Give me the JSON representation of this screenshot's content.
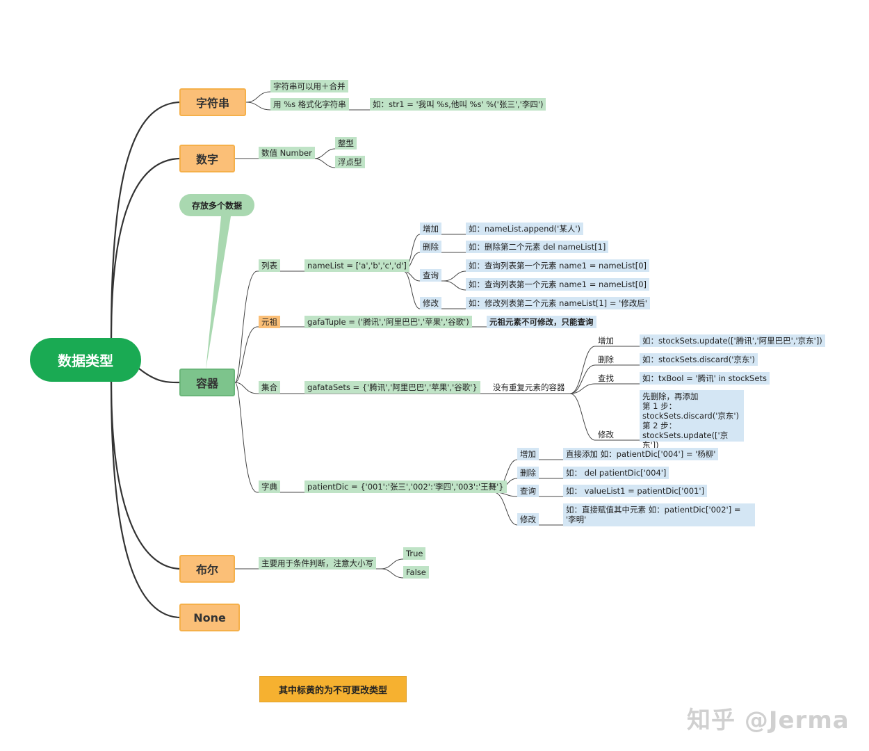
{
  "root": "数据类型",
  "branches": {
    "string": {
      "title": "字符串",
      "plus": "字符串可以用＋合并",
      "format": "用 %s 格式化字符串",
      "format_example": "如：str1 = '我叫 %s,他叫 %s' %('张三','李四')"
    },
    "number": {
      "title": "数字",
      "kind": "数值 Number",
      "int": "整型",
      "float": "浮点型"
    },
    "container": {
      "title": "容器",
      "callout": "存放多个数据",
      "list": {
        "label": "列表",
        "code": "nameList = ['a','b','c','d']",
        "add": "增加",
        "add_ex": "如：nameList.append('某人')",
        "del": "删除",
        "del_ex": "如：删除第二个元素  del nameList[1]",
        "query": "查询",
        "query_ex1": "如：查询列表第一个元素    name1 = nameList[0]",
        "query_ex2": "如：查询列表第一个元素    name1 = nameList[0]",
        "modify": "修改",
        "modify_ex": "如：修改列表第二个元素  nameList[1] = '修改后'"
      },
      "tuple": {
        "label": "元祖",
        "code": "gafaTuple = ('腾讯','阿里巴巴','苹果','谷歌')",
        "note": "元祖元素不可修改，只能查询"
      },
      "set": {
        "label": "集合",
        "code": "gafataSets = {'腾讯','阿里巴巴','苹果','谷歌'}",
        "note": "没有重复元素的容器",
        "add": "增加",
        "add_ex": "如：stockSets.update(['腾讯','阿里巴巴','京东'])",
        "del": "删除",
        "del_ex": "如：stockSets.discard('京东')",
        "find": "查找",
        "find_ex": "如：txBool = '腾讯' in stockSets",
        "modify": "修改",
        "modify_lines": [
          "先删除，再添加",
          "第 1 步：",
          "stockSets.discard('京东')",
          "第 2 步：",
          "stockSets.update(['京东'])"
        ]
      },
      "dict": {
        "label": "字典",
        "code": "patientDic = {'001':'张三','002':'李四','003':'王舞'}",
        "add": "增加",
        "add_ex": "直接添加  如：patientDic['004'] = '杨柳'",
        "del": "删除",
        "del_ex": "如：  del patientDic['004']",
        "query": "查询",
        "query_ex": "如：  valueList1 = patientDic['001']",
        "modify": "修改",
        "modify_ex": "如：直接赋值其中元素  如：patientDic['002'] = '李明'"
      }
    },
    "bool": {
      "title": "布尔",
      "desc": "主要用于条件判断，注意大小写",
      "true": "True",
      "false": "False"
    },
    "none": {
      "title": "None"
    }
  },
  "legend_note": "其中标黄的为不可更改类型",
  "watermark": "知乎 @Jerma",
  "colors": {
    "root": "#1aaa53",
    "immutable": "#fbbf77",
    "container": "#7dc48c",
    "green_label": "#bfe3c6",
    "blue_label": "#d4e6f4",
    "note": "#f6b130"
  }
}
